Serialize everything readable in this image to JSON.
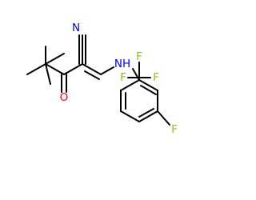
{
  "structure": {
    "atoms": {
      "nitrile_n": {
        "text": "N",
        "color": "#0000ff"
      },
      "ketone_o": {
        "text": "O",
        "color": "#ff0000"
      },
      "amine_nh": {
        "text": "NH",
        "color": "#0000ff"
      },
      "cf3_f_left": {
        "text": "F",
        "color": "#8fbf1f"
      },
      "cf3_f_top": {
        "text": "F",
        "color": "#8fbf1f"
      },
      "cf3_f_right": {
        "text": "F",
        "color": "#8fbf1f"
      },
      "aryl_f": {
        "text": "F",
        "color": "#8fbf1f"
      }
    },
    "bond_color": "#000000"
  }
}
